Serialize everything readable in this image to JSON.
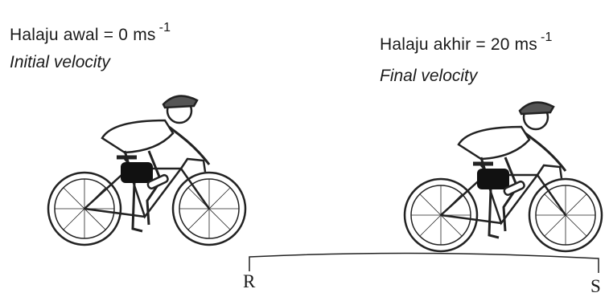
{
  "left_label": {
    "malay": "Halaju awal = 0 ms",
    "superscript": "-1",
    "english": "Initial velocity"
  },
  "right_label": {
    "malay": "Halaju akhir = 20 ms",
    "superscript": "-1",
    "english": "Final velocity"
  },
  "points": {
    "start": "R",
    "end": "S"
  }
}
